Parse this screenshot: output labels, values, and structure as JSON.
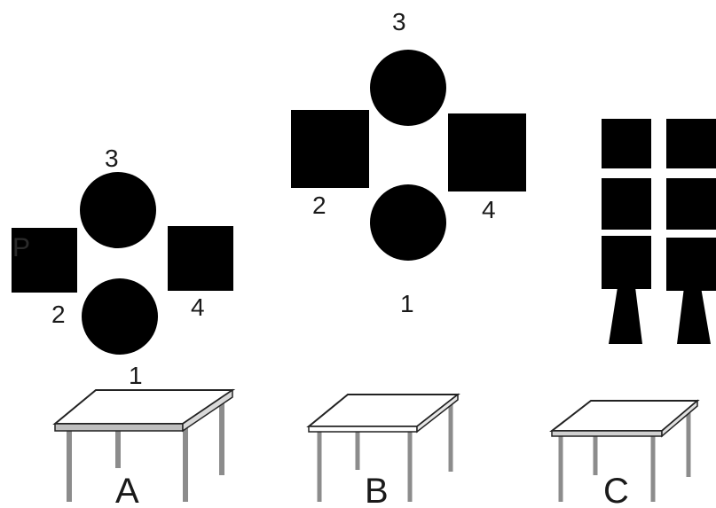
{
  "colors": {
    "shape": "#000000",
    "background": "#ffffff",
    "table_top": "#ffffff",
    "table_edge": "#222222",
    "table_leg": "#8c8c8c"
  },
  "groups": {
    "A": {
      "n1": "1",
      "n2": "2",
      "n3": "3",
      "n4": "4",
      "marker": "P",
      "table_label": "A"
    },
    "B": {
      "n1": "1",
      "n2": "2",
      "n3": "3",
      "n4": "4",
      "table_label": "B"
    },
    "C": {
      "table_label": "C"
    }
  }
}
